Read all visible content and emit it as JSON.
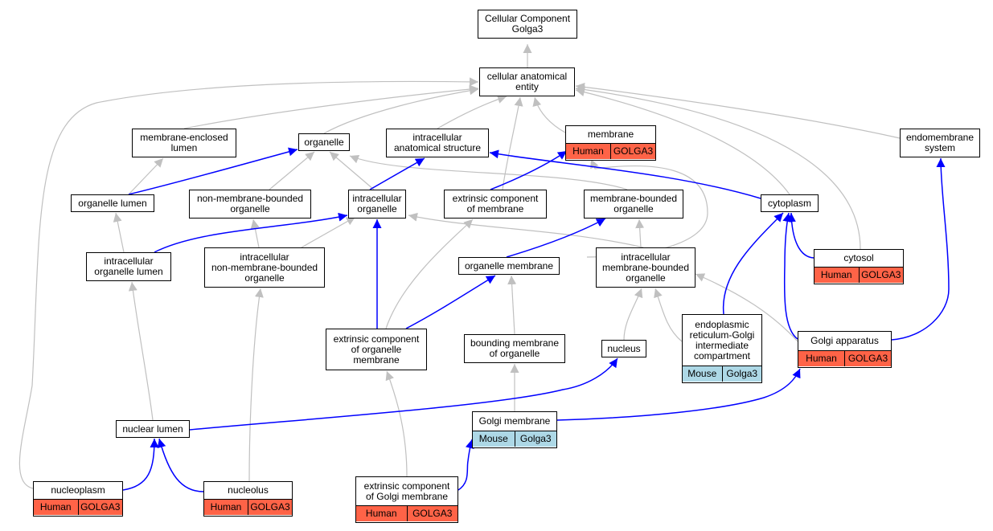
{
  "nodes": {
    "root": {
      "label": "Cellular Component\nGolga3"
    },
    "cae": {
      "label": "cellular anatomical\nentity"
    },
    "mel": {
      "label": "membrane-enclosed\nlumen"
    },
    "org": {
      "label": "organelle"
    },
    "ias": {
      "label": "intracellular\nanatomical structure"
    },
    "mem": {
      "label": "membrane",
      "species": "Human",
      "gene": "GOLGA3"
    },
    "ems": {
      "label": "endomembrane\nsystem"
    },
    "orgl": {
      "label": "organelle lumen"
    },
    "nmbo": {
      "label": "non-membrane-bounded\norganelle"
    },
    "io": {
      "label": "intracellular\norganelle"
    },
    "ecm": {
      "label": "extrinsic component\nof membrane"
    },
    "mbo": {
      "label": "membrane-bounded\norganelle"
    },
    "cyt": {
      "label": "cytoplasm"
    },
    "iol": {
      "label": "intracellular\norganelle lumen"
    },
    "inmbo": {
      "label": "intracellular\nnon-membrane-bounded\norganelle"
    },
    "om": {
      "label": "organelle membrane"
    },
    "imbo": {
      "label": "intracellular\nmembrane-bounded\norganelle"
    },
    "cytosol": {
      "label": "cytosol",
      "species": "Human",
      "gene": "GOLGA3"
    },
    "ecom": {
      "label": "extrinsic component\nof organelle\nmembrane"
    },
    "bmo": {
      "label": "bounding membrane\nof organelle"
    },
    "nuc": {
      "label": "nucleus"
    },
    "ergic": {
      "label": "endoplasmic\nreticulum-Golgi\nintermediate\ncompartment",
      "species": "Mouse",
      "gene": "Golga3"
    },
    "ga": {
      "label": "Golgi apparatus",
      "species": "Human",
      "gene": "GOLGA3"
    },
    "nl": {
      "label": "nuclear lumen"
    },
    "gm": {
      "label": "Golgi membrane",
      "species": "Mouse",
      "gene": "Golga3"
    },
    "np": {
      "label": "nucleoplasm",
      "species": "Human",
      "gene": "GOLGA3"
    },
    "nucl": {
      "label": "nucleolus",
      "species": "Human",
      "gene": "GOLGA3"
    },
    "ecgm": {
      "label": "extrinsic component\nof Golgi membrane",
      "species": "Human",
      "gene": "GOLGA3"
    }
  },
  "edges": [
    {
      "from": "cae",
      "to": "root",
      "type": "is_a"
    },
    {
      "from": "mel",
      "to": "cae",
      "type": "is_a"
    },
    {
      "from": "org",
      "to": "cae",
      "type": "is_a"
    },
    {
      "from": "ias",
      "to": "cae",
      "type": "is_a"
    },
    {
      "from": "mem",
      "to": "cae",
      "type": "is_a"
    },
    {
      "from": "ems",
      "to": "cae",
      "type": "is_a"
    },
    {
      "from": "ecm",
      "to": "cae",
      "type": "is_a"
    },
    {
      "from": "cyt",
      "to": "cae",
      "type": "is_a"
    },
    {
      "from": "cytosol",
      "to": "cae",
      "type": "is_a"
    },
    {
      "from": "np",
      "to": "cae",
      "type": "is_a"
    },
    {
      "from": "orgl",
      "to": "mel",
      "type": "is_a"
    },
    {
      "from": "nmbo",
      "to": "org",
      "type": "is_a"
    },
    {
      "from": "io",
      "to": "org",
      "type": "is_a"
    },
    {
      "from": "mbo",
      "to": "org",
      "type": "is_a"
    },
    {
      "from": "iol",
      "to": "orgl",
      "type": "is_a"
    },
    {
      "from": "inmbo",
      "to": "nmbo",
      "type": "is_a"
    },
    {
      "from": "inmbo",
      "to": "io",
      "type": "is_a"
    },
    {
      "from": "imbo",
      "to": "io",
      "type": "is_a"
    },
    {
      "from": "imbo",
      "to": "mbo",
      "type": "is_a"
    },
    {
      "from": "om",
      "to": "ias",
      "type": "is_a"
    },
    {
      "from": "ecom",
      "to": "ecm",
      "type": "is_a"
    },
    {
      "from": "bmo",
      "to": "om",
      "type": "is_a"
    },
    {
      "from": "nuc",
      "to": "imbo",
      "type": "is_a"
    },
    {
      "from": "ergic",
      "to": "imbo",
      "type": "is_a"
    },
    {
      "from": "ga",
      "to": "imbo",
      "type": "is_a"
    },
    {
      "from": "nl",
      "to": "iol",
      "type": "is_a"
    },
    {
      "from": "gm",
      "to": "bmo",
      "type": "is_a"
    },
    {
      "from": "nucl",
      "to": "inmbo",
      "type": "is_a"
    },
    {
      "from": "ecgm",
      "to": "ecom",
      "type": "is_a"
    },
    {
      "from": "orgl",
      "to": "org",
      "type": "part_of"
    },
    {
      "from": "io",
      "to": "ias",
      "type": "part_of"
    },
    {
      "from": "ecm",
      "to": "mem",
      "type": "part_of"
    },
    {
      "from": "cyt",
      "to": "ias",
      "type": "part_of"
    },
    {
      "from": "iol",
      "to": "io",
      "type": "part_of"
    },
    {
      "from": "om",
      "to": "mbo",
      "type": "part_of"
    },
    {
      "from": "cytosol",
      "to": "cyt",
      "type": "part_of"
    },
    {
      "from": "ecom",
      "to": "io",
      "type": "part_of"
    },
    {
      "from": "ecom",
      "to": "om",
      "type": "part_of"
    },
    {
      "from": "ergic",
      "to": "cyt",
      "type": "part_of"
    },
    {
      "from": "ga",
      "to": "cyt",
      "type": "part_of"
    },
    {
      "from": "ga",
      "to": "ems",
      "type": "part_of"
    },
    {
      "from": "nl",
      "to": "nuc",
      "type": "part_of"
    },
    {
      "from": "gm",
      "to": "ga",
      "type": "part_of"
    },
    {
      "from": "np",
      "to": "nl",
      "type": "part_of"
    },
    {
      "from": "nucl",
      "to": "nl",
      "type": "part_of"
    },
    {
      "from": "ecgm",
      "to": "gm",
      "type": "part_of"
    }
  ],
  "colors": {
    "is_a_edge": "#c0c0c0",
    "part_of_edge": "#0000ff",
    "human_row": "#ff6347",
    "mouse_row": "#add8e6"
  }
}
